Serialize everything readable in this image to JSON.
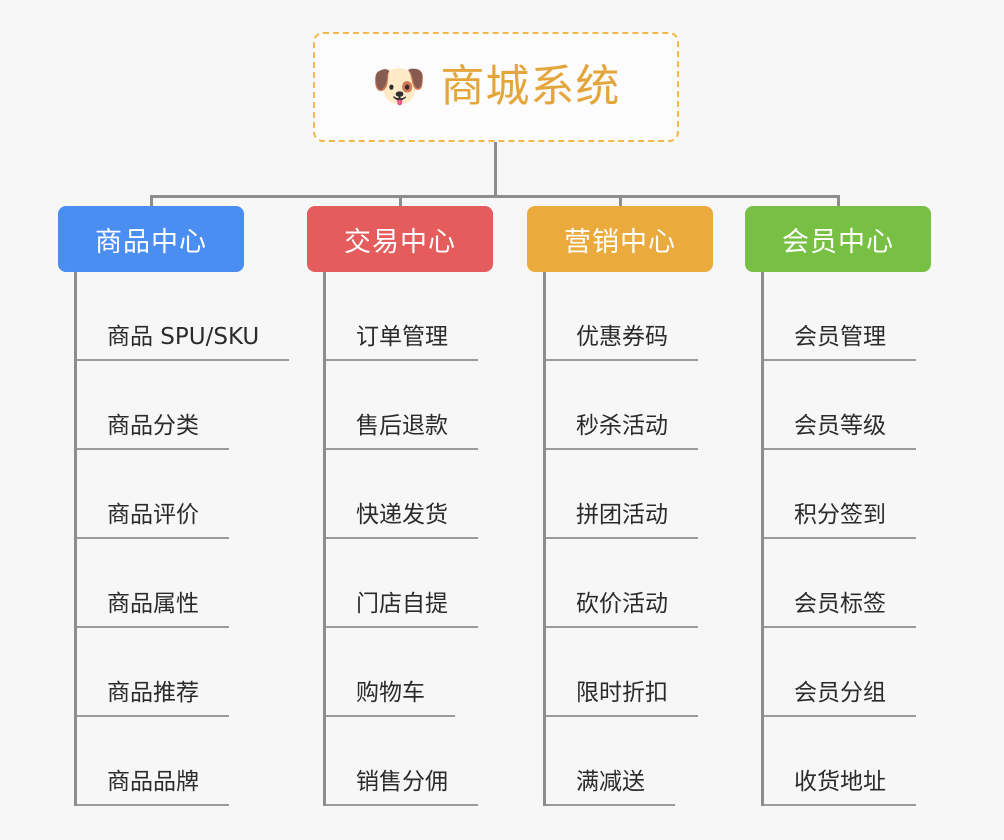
{
  "root": {
    "icon": "shiba-dog-emoji",
    "emoji": "🐶",
    "title": "商城系统",
    "border_color": "#f2b84b",
    "title_color": "#e4a53a"
  },
  "canvas": {
    "background": "#f7f7f7",
    "connector_color": "#8d8d8d"
  },
  "branches": [
    {
      "label": "商品中心",
      "color": "#4a8ef1",
      "items": [
        "商品 SPU/SKU",
        "商品分类",
        "商品评价",
        "商品属性",
        "商品推荐",
        "商品品牌"
      ]
    },
    {
      "label": "交易中心",
      "color": "#e45c5c",
      "items": [
        "订单管理",
        "售后退款",
        "快递发货",
        "门店自提",
        "购物车",
        "销售分佣"
      ]
    },
    {
      "label": "营销中心",
      "color": "#eaaa3c",
      "items": [
        "优惠券码",
        "秒杀活动",
        "拼团活动",
        "砍价活动",
        "限时折扣",
        "满减送"
      ]
    },
    {
      "label": "会员中心",
      "color": "#78c044",
      "items": [
        "会员管理",
        "会员等级",
        "积分签到",
        "会员标签",
        "会员分组",
        "收货地址"
      ]
    }
  ]
}
